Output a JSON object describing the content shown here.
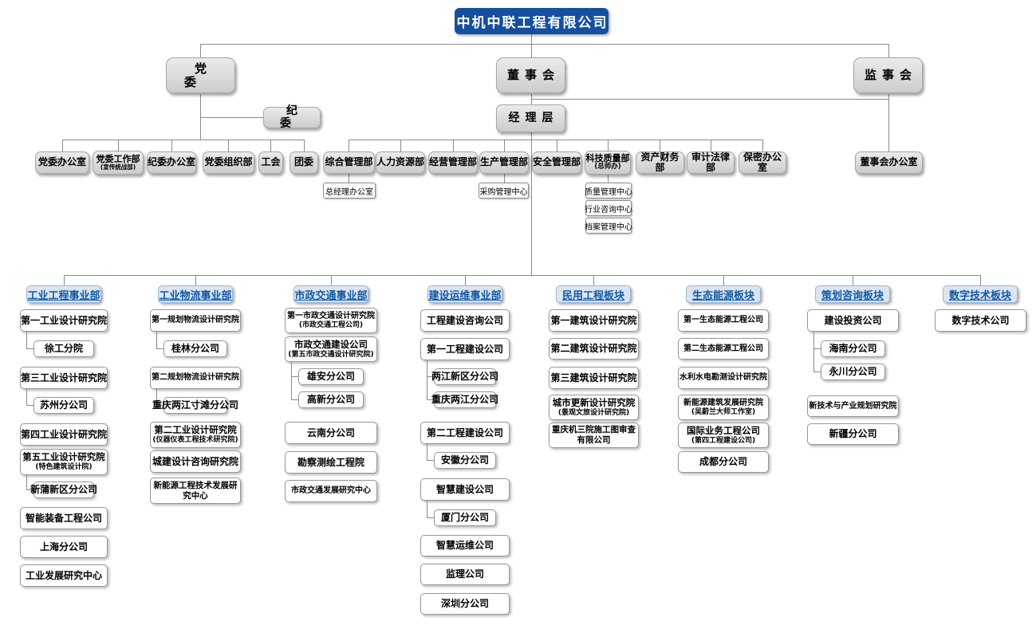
{
  "title": "中机中联工程有限公司",
  "colors": {
    "root_bg": "#15509e",
    "root_text": "#ffffff",
    "node_bg": "#d9d9d9",
    "division_bg": "#dbe5f1",
    "division_text": "#1259a6",
    "line": "#8a8a8a"
  },
  "governance": {
    "party_committee": "党委",
    "discipline_committee": "纪委",
    "board_of_directors": "董事会",
    "management_level": "经理层",
    "supervisory_board": "监事会",
    "board_office": "董事会办公室"
  },
  "party_departments": [
    {
      "label": "党委办公室"
    },
    {
      "label": "党委工作部",
      "sublabel": "(宣传统战部)"
    },
    {
      "label": "纪委办公室"
    },
    {
      "label": "党委组织部"
    },
    {
      "label": "工会"
    },
    {
      "label": "团委"
    }
  ],
  "exec_departments": [
    {
      "label": "综合管理部"
    },
    {
      "label": "人力资源部"
    },
    {
      "label": "经营管理部"
    },
    {
      "label": "生产管理部"
    },
    {
      "label": "安全管理部"
    },
    {
      "label": "科技质量部",
      "sublabel": "(总师办)"
    },
    {
      "label": "资产财务部"
    },
    {
      "label": "审计法律部"
    },
    {
      "label": "保密办公室"
    }
  ],
  "sub_centers": {
    "general_manager_office": "总经理办公室",
    "procurement_center": "采购管理中心",
    "tech_quality_centers": [
      "质量管理中心",
      "行业咨询中心",
      "档案管理中心"
    ]
  },
  "divisions": [
    {
      "name": "工业工程事业部",
      "units": [
        {
          "label": "第一工业设计研究院"
        },
        {
          "label": "徐工分院",
          "child": true
        },
        {
          "label": "第三工业设计研究院"
        },
        {
          "label": "苏州分公司",
          "child": true
        },
        {
          "label": "第四工业设计研究院"
        },
        {
          "label": "第五工业设计研究院",
          "sublabel": "(特色建筑设计院)"
        },
        {
          "label": "新蒲新区分公司",
          "child": true
        },
        {
          "label": "智能装备工程公司"
        },
        {
          "label": "上海分公司"
        },
        {
          "label": "工业发展研究中心"
        }
      ]
    },
    {
      "name": "工业物流事业部",
      "units": [
        {
          "label": "第一规划物流设计研究院"
        },
        {
          "label": "桂林分公司",
          "child": true
        },
        {
          "label": "第二规划物流设计研究院"
        },
        {
          "label": "重庆两江寸滩分公司",
          "child": true
        },
        {
          "label": "第二工业设计研究院",
          "sublabel": "(仪器仪表工程技术研究院)"
        },
        {
          "label": "城建设计咨询研究院"
        },
        {
          "label": "新能源工程技术发展研究中心"
        }
      ]
    },
    {
      "name": "市政交通事业部",
      "units": [
        {
          "label": "第一市政交通设计研究院",
          "sublabel": "(市政交通工程公司)"
        },
        {
          "label": "市政交通建设公司",
          "sublabel": "(第五市政交通设计研究院)"
        },
        {
          "label": "雄安分公司",
          "child": true
        },
        {
          "label": "高新分公司",
          "child": true
        },
        {
          "label": "云南分公司"
        },
        {
          "label": "勘察测绘工程院"
        },
        {
          "label": "市政交通发展研究中心"
        }
      ]
    },
    {
      "name": "建设运维事业部",
      "units": [
        {
          "label": "工程建设咨询公司"
        },
        {
          "label": "第一工程建设公司"
        },
        {
          "label": "两江新区分公司",
          "child": true
        },
        {
          "label": "重庆两江分公司",
          "child": true
        },
        {
          "label": "第二工程建设公司"
        },
        {
          "label": "安徽分公司",
          "child": true
        },
        {
          "label": "智慧建设公司"
        },
        {
          "label": "厦门分公司",
          "child": true
        },
        {
          "label": "智慧运维公司"
        },
        {
          "label": "监理公司"
        },
        {
          "label": "深圳分公司"
        }
      ]
    },
    {
      "name": "民用工程板块",
      "units": [
        {
          "label": "第一建筑设计研究院"
        },
        {
          "label": "第二建筑设计研究院"
        },
        {
          "label": "第三建筑设计研究院"
        },
        {
          "label": "城市更新设计研究院",
          "sublabel": "(景观文旅设计研究院)"
        },
        {
          "label": "重庆机三院施工图审查有限公司"
        }
      ]
    },
    {
      "name": "生态能源板块",
      "units": [
        {
          "label": "第一生态能源工程公司"
        },
        {
          "label": "第二生态能源工程公司"
        },
        {
          "label": "水利水电勘测设计研究院"
        },
        {
          "label": "新能源建筑发展研究院",
          "sublabel": "(吴蔚兰大师工作室)"
        },
        {
          "label": "国际业务工程公司",
          "sublabel": "(第四工程建设公司)"
        },
        {
          "label": "成都分公司"
        }
      ]
    },
    {
      "name": "策划咨询板块",
      "units": [
        {
          "label": "建设投资公司"
        },
        {
          "label": "海南分公司",
          "child": true
        },
        {
          "label": "永川分公司",
          "child": true
        },
        {
          "label": "新技术与产业规划研究院"
        },
        {
          "label": "新疆分公司"
        }
      ]
    },
    {
      "name": "数字技术板块",
      "units": [
        {
          "label": "数字技术公司"
        }
      ]
    }
  ]
}
